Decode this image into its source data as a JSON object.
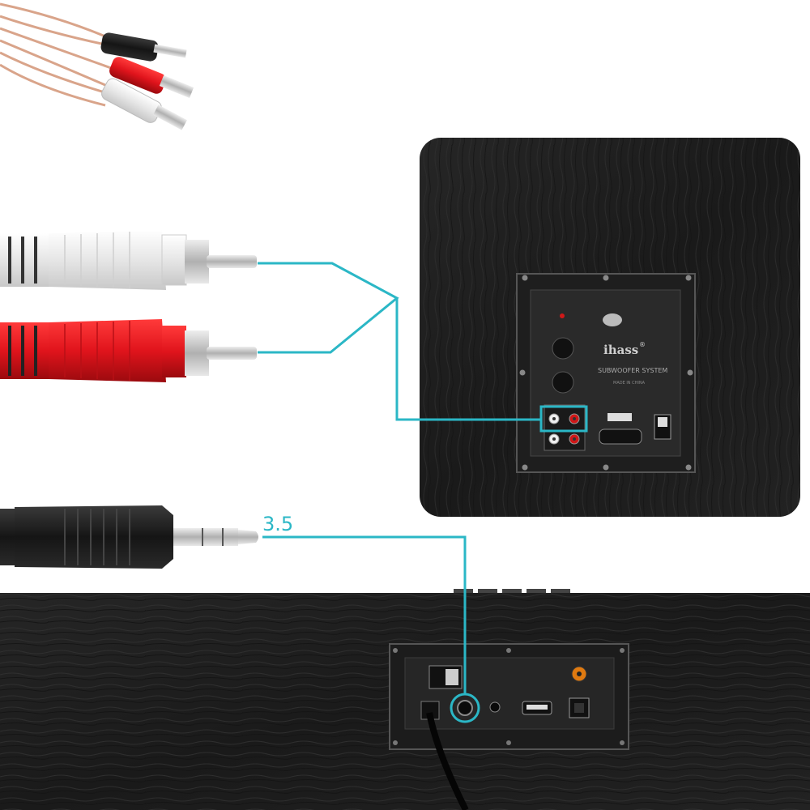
{
  "product": {
    "brand": "ihass",
    "brand_mark": "®",
    "subtitle": "SUBWOOFER SYSTEM",
    "made_in": "MADE IN CHINA"
  },
  "callout": {
    "jack_size_label": "3.5"
  },
  "colors": {
    "callout_line": "#2bb7c6",
    "wood": "#1c1c1c",
    "panel": "#2a2a2a",
    "rca_white": "#f2f2f2",
    "rca_red": "#e0141c",
    "jack_black": "#1a1a1a",
    "led_red": "#d01818",
    "optical_orange": "#e07a10"
  },
  "icons": {
    "power_switch": "power-switch-icon",
    "aux_jack": "aux-jack-icon",
    "usb_port": "usb-port-icon",
    "optical_port": "optical-port-icon"
  }
}
